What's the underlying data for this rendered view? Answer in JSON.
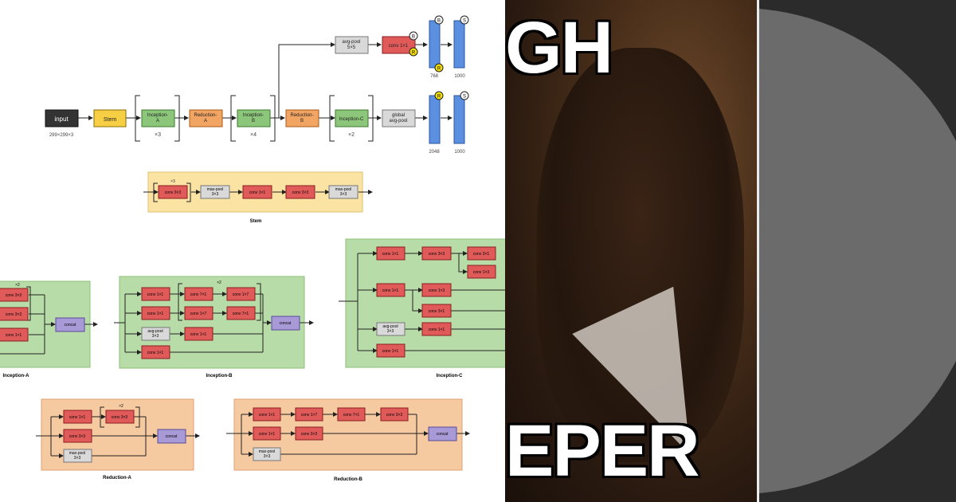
{
  "main": {
    "input": "input",
    "input_shape": "299×299×3",
    "stem": "Stem",
    "inception_a": "Inception-\nA",
    "inception_a_mult": "×3",
    "reduction_a": "Reduction-\nA",
    "inception_b": "Inception-\nB",
    "inception_b_mult": "×4",
    "reduction_b": "Reduction-\nB",
    "inception_c": "Inception-C",
    "inception_c_mult": "×2",
    "global_pool": "global\navg-pool",
    "aux_pool": "avg-pool\n5×5",
    "aux_conv": "conv 1×1",
    "dim_768": "768",
    "dim_1000a": "1000",
    "dim_2048": "2048",
    "dim_1000b": "1000",
    "badge_b": "B",
    "badge_r": "R",
    "badge_s": "S"
  },
  "stem": {
    "title": "Stem",
    "mult": "×3",
    "blocks": [
      "conv 3×3",
      "max-pool\n3×3",
      "conv 1×1",
      "conv 3×3",
      "max-pool\n3×3"
    ]
  },
  "inception_a": {
    "title": "Inception-A",
    "mult": "×2",
    "blocks": [
      "conv 3×3",
      "conv 3×3",
      "conv 1×1"
    ],
    "concat": "concat"
  },
  "inception_b": {
    "title": "Inception-B",
    "mult": "×2",
    "blocks": [
      "conv 1×1",
      "conv 7×1",
      "conv 1×7",
      "conv 1×1",
      "conv 1×7",
      "conv 7×1",
      "avg-pool\n3×3",
      "conv 1×1",
      "conv 1×1"
    ],
    "concat": "concat"
  },
  "inception_c": {
    "title": "Inception-C",
    "blocks": [
      "conv 1×1",
      "conv 3×3",
      "conv 3×1",
      "conv 1×3",
      "conv 1×1",
      "conv 1×3",
      "conv 3×1",
      "avg-pool\n3×3",
      "conv 1×1",
      "conv 1×1"
    ]
  },
  "reduction_a": {
    "title": "Reduction-A",
    "mult": "×2",
    "blocks": [
      "conv 1×1",
      "conv 3×3",
      "conv 3×3",
      "max-pool\n3×3"
    ],
    "concat": "concat"
  },
  "reduction_b": {
    "title": "Reduction-B",
    "blocks": [
      "conv 1×1",
      "conv 1×7",
      "conv 7×1",
      "conv 3×3",
      "conv 1×1",
      "conv 3×3",
      "max-pool\n3×3"
    ],
    "concat": "concat"
  },
  "meme": {
    "top": "GH",
    "bottom": "EPER"
  },
  "colors": {
    "conv": "#e05a5a",
    "pool": "#d9d9d9",
    "inception": "#8cc67a",
    "reduction": "#f2a463",
    "stem": "#f7cf45",
    "fc": "#5b8fe0",
    "concat": "#a79ad6",
    "input": "#333333",
    "stem_bg": "#fbe3a3",
    "inception_bg": "#b8dca8",
    "reduction_bg": "#f6caa0",
    "badge_r": "#f5e100"
  }
}
